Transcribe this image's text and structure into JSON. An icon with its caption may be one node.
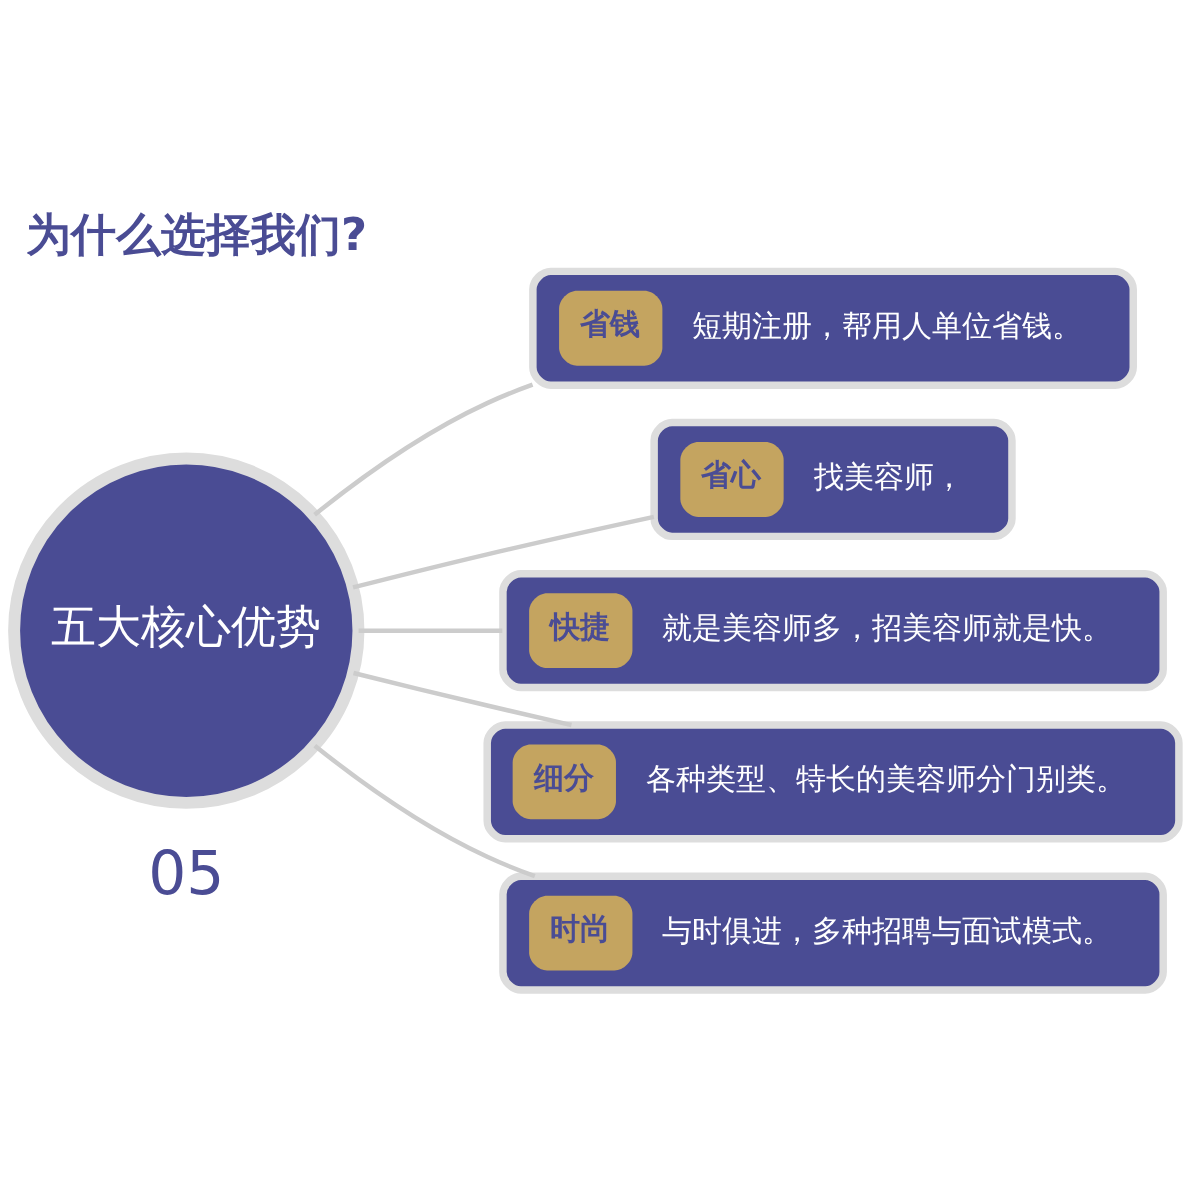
{
  "diagram": {
    "title": "为什么选择我们?",
    "nodes": [
      {
        "text": [
          "五大核心优势"
        ]
      },
      {
        "text": [
          "省钱",
          "短期注册，帮用人单位省钱。"
        ]
      },
      {
        "text": [
          "省心",
          "找美容师，"
        ]
      },
      {
        "text": [
          "快捷",
          "就是美容师多，招美容师就是快。"
        ]
      },
      {
        "text": [
          "细分",
          "各种类型、特长的美容师分门别类。"
        ]
      },
      {
        "text": [
          "时尚",
          "与时俱进，多种招聘与面试模式。"
        ]
      }
    ],
    "edges": [
      {
        "from": 0,
        "to": 1,
        "arrow": "none"
      },
      {
        "from": 0,
        "to": 2,
        "arrow": "none"
      },
      {
        "from": 0,
        "to": 3,
        "arrow": "none"
      },
      {
        "from": 0,
        "to": 4,
        "arrow": "none"
      },
      {
        "from": 0,
        "to": 5,
        "arrow": "none"
      }
    ],
    "labels": [
      "05"
    ]
  }
}
